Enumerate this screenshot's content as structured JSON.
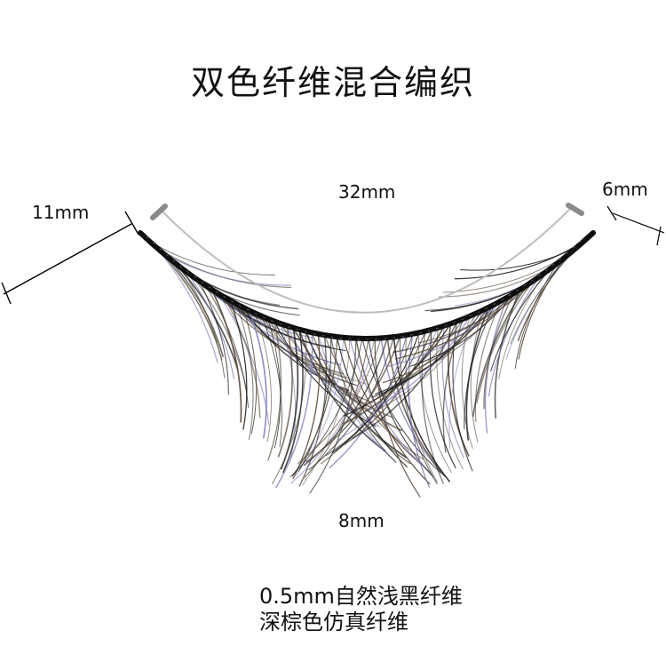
{
  "title": "双色纤维混合编织",
  "dimensions": {
    "band_length": "32mm",
    "end_length": "6mm",
    "outer_length": "11mm",
    "center_length": "8mm"
  },
  "fiber_notes": [
    "0.5mm自然浅黑纤维",
    "深棕色仿真纤维"
  ],
  "colors": {
    "fiber_black": "#1c1c1c",
    "fiber_brown": "#5a4a3a",
    "fiber_highlight": "#7d79b8",
    "band": "#0e0e0e",
    "measure_line": "#bdbdbd"
  }
}
